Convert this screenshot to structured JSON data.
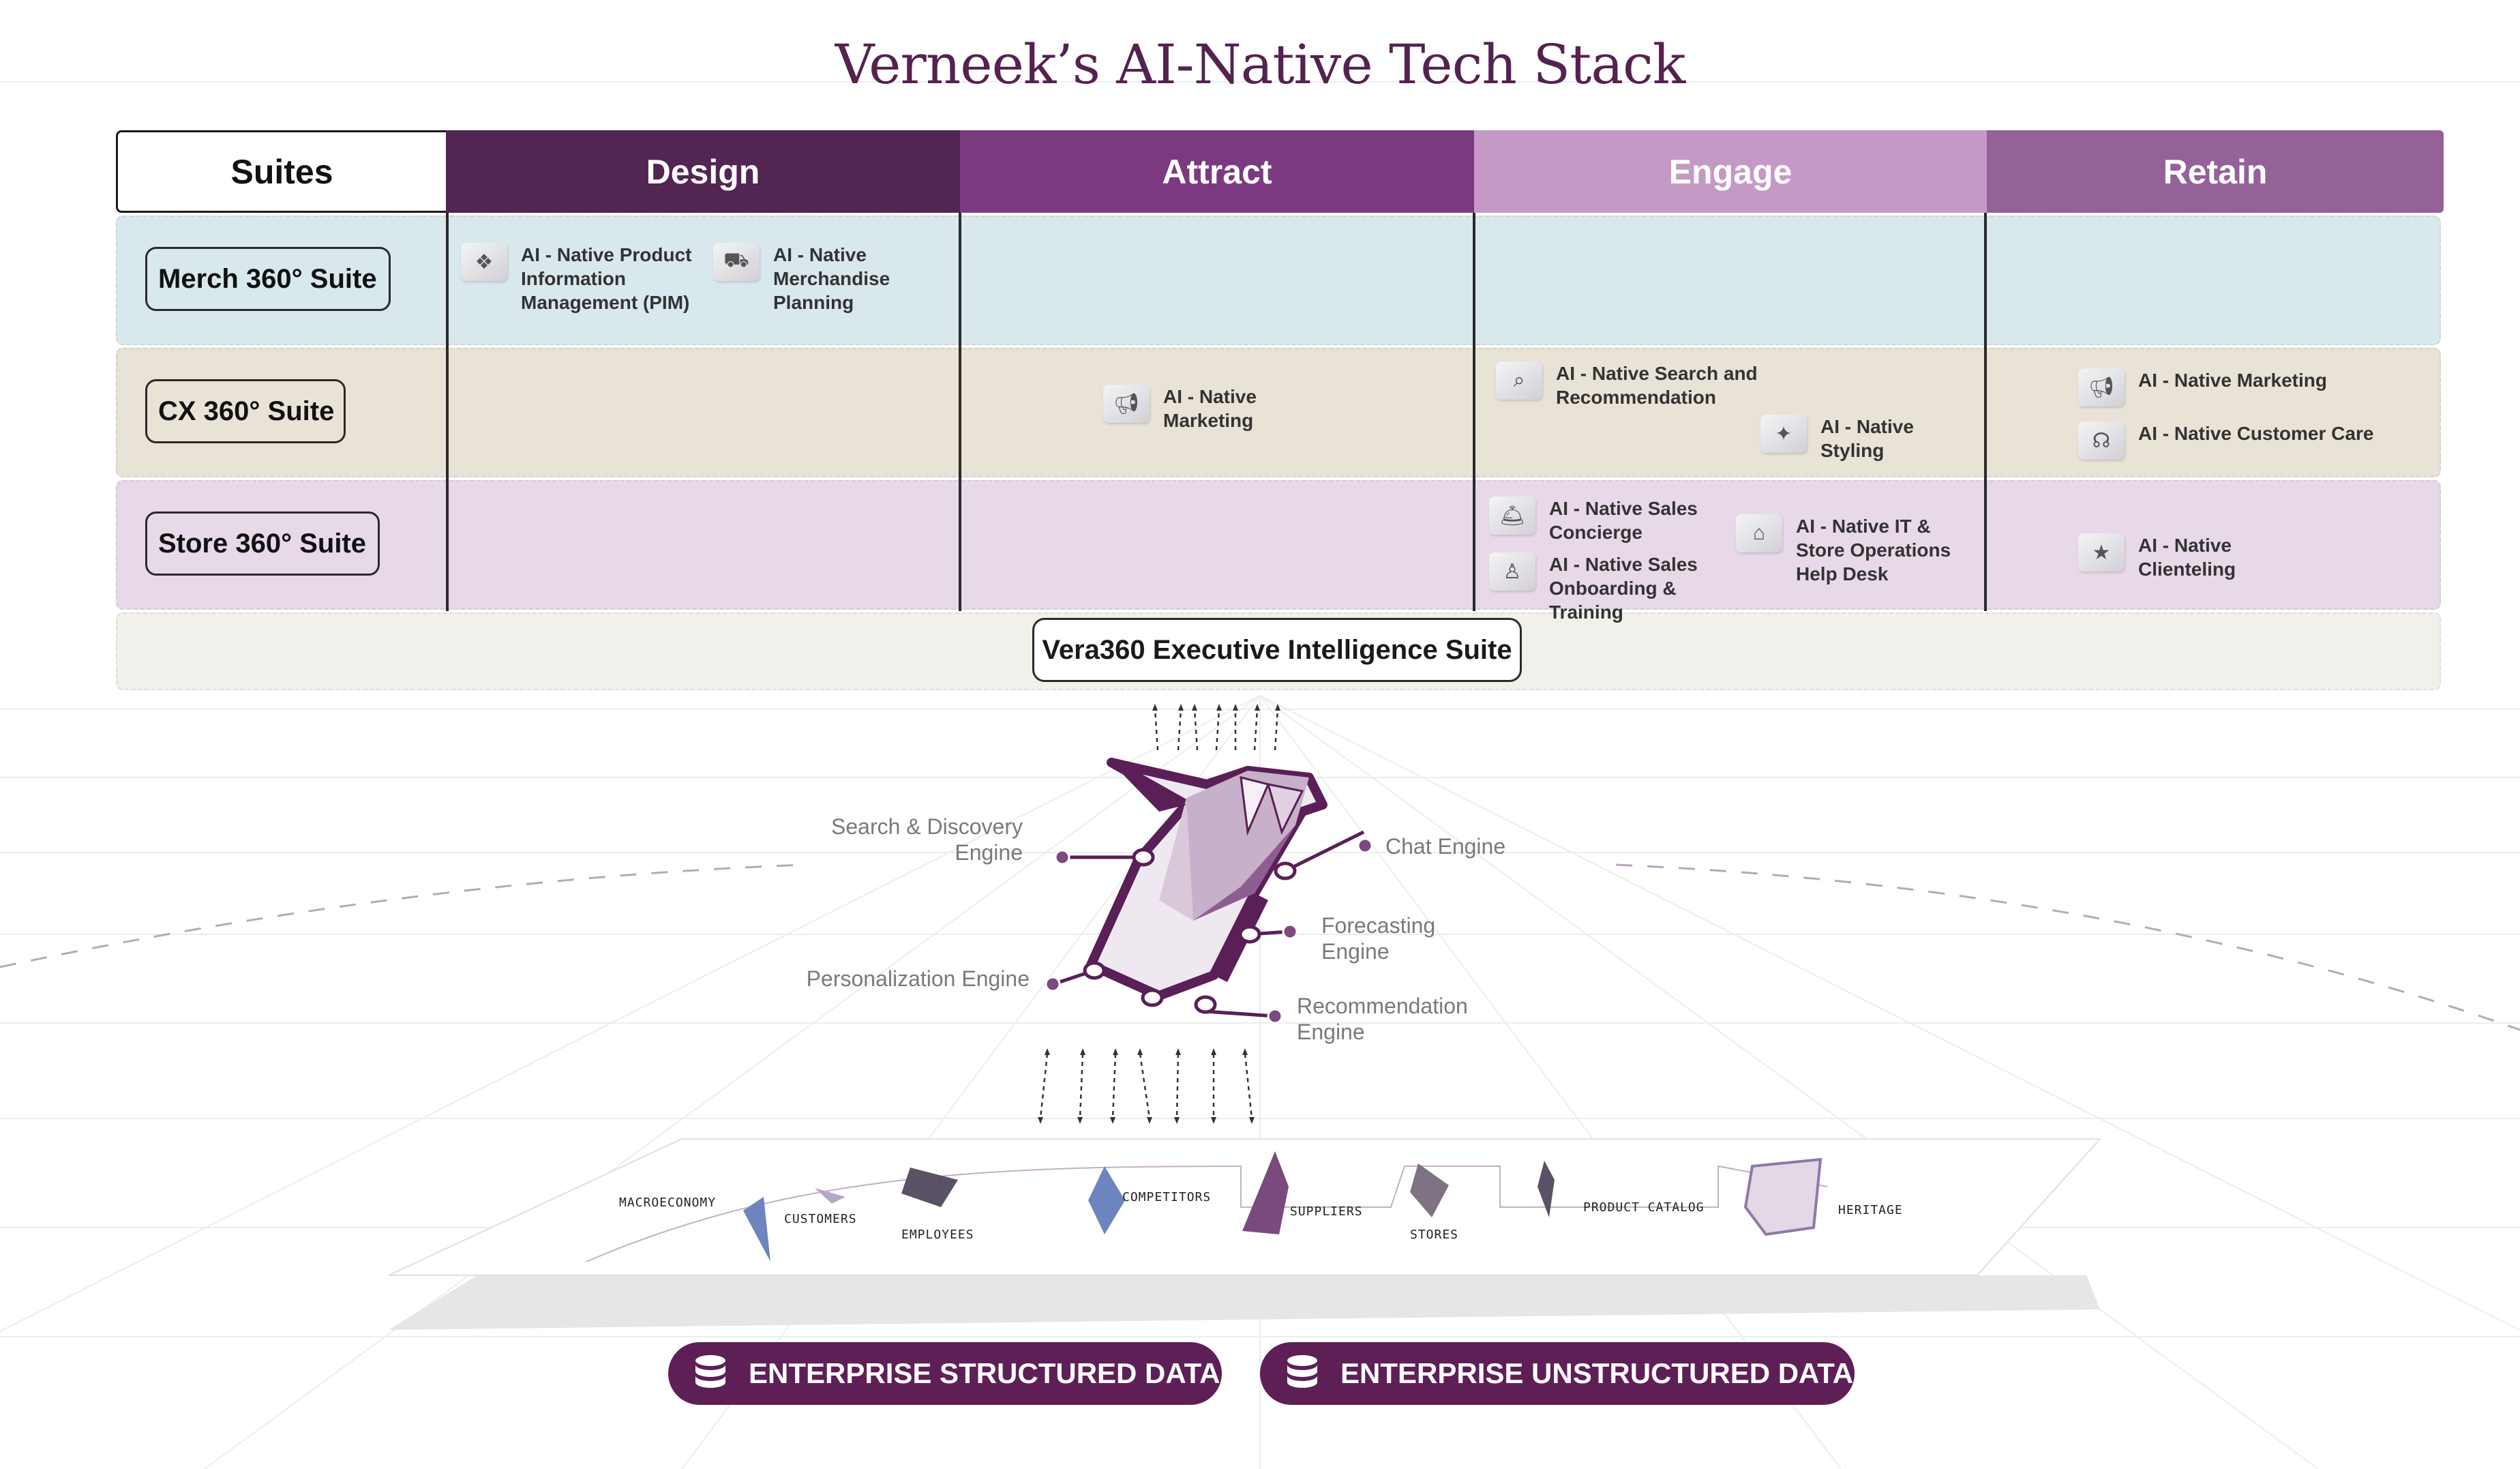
{
  "title": "Verneek’s AI-Native Tech Stack",
  "colors": {
    "brand": "#55224f",
    "design": "#522552",
    "attract": "#7b3a80",
    "engage": "#c499c6",
    "retain": "#946199",
    "merch_band": "#d9e8ed",
    "cx_band": "#e9e2d7",
    "store_band": "#e8d9e8",
    "exec_band": "#f1f0ea",
    "data_pill": "#5e1f57"
  },
  "header": {
    "suites": "Suites",
    "design": "Design",
    "attract": "Attract",
    "engage": "Engage",
    "retain": "Retain"
  },
  "suites": {
    "merch": "Merch 360° Suite",
    "cx": "CX 360° Suite",
    "store": "Store 360° Suite",
    "exec": "Vera360 Executive Intelligence Suite"
  },
  "modules": {
    "pim": {
      "label": "AI - Native Product Information Management (PIM)",
      "icon": "product-info-icon"
    },
    "merch_planning": {
      "label": "AI - Native Merchandise Planning",
      "icon": "truck-icon"
    },
    "cx_marketing": {
      "label": "AI - Native Marketing",
      "icon": "megaphone-icon"
    },
    "search_rec": {
      "label": "AI - Native Search and Recommendation",
      "icon": "search-icon"
    },
    "styling": {
      "label": "AI - Native Styling",
      "icon": "magic-wand-icon"
    },
    "retain_marketing": {
      "label": "AI - Native Marketing",
      "icon": "megaphone-icon"
    },
    "customer_care": {
      "label": "AI - Native Customer Care",
      "icon": "headset-icon"
    },
    "sales_concierge": {
      "label": "AI - Native Sales Concierge",
      "icon": "concierge-bell-icon"
    },
    "it_helpdesk": {
      "label": "AI - Native IT & Store Operations Help Desk",
      "icon": "store-icon"
    },
    "sales_onboarding": {
      "label": "AI - Native Sales Onboarding & Training",
      "icon": "trainer-icon"
    },
    "clienteling": {
      "label": "AI - Native Clienteling",
      "icon": "star-icon"
    }
  },
  "engines": {
    "search": "Search & Discovery Engine",
    "personalization": "Personalization Engine",
    "chat": "Chat Engine",
    "forecasting": "Forecasting Engine",
    "recommendation": "Recommendation Engine"
  },
  "sources": {
    "macroeconomy": "MACROECONOMY",
    "customers": "CUSTOMERS",
    "employees": "EMPLOYEES",
    "competitors": "COMPETITORS",
    "suppliers": "SUPPLIERS",
    "stores": "STORES",
    "product_catalog": "PRODUCT CATALOG",
    "heritage": "HERITAGE"
  },
  "data": {
    "structured": "ENTERPRISE  STRUCTURED DATA",
    "unstructured": "ENTERPRISE  UNSTRUCTURED DATA"
  }
}
